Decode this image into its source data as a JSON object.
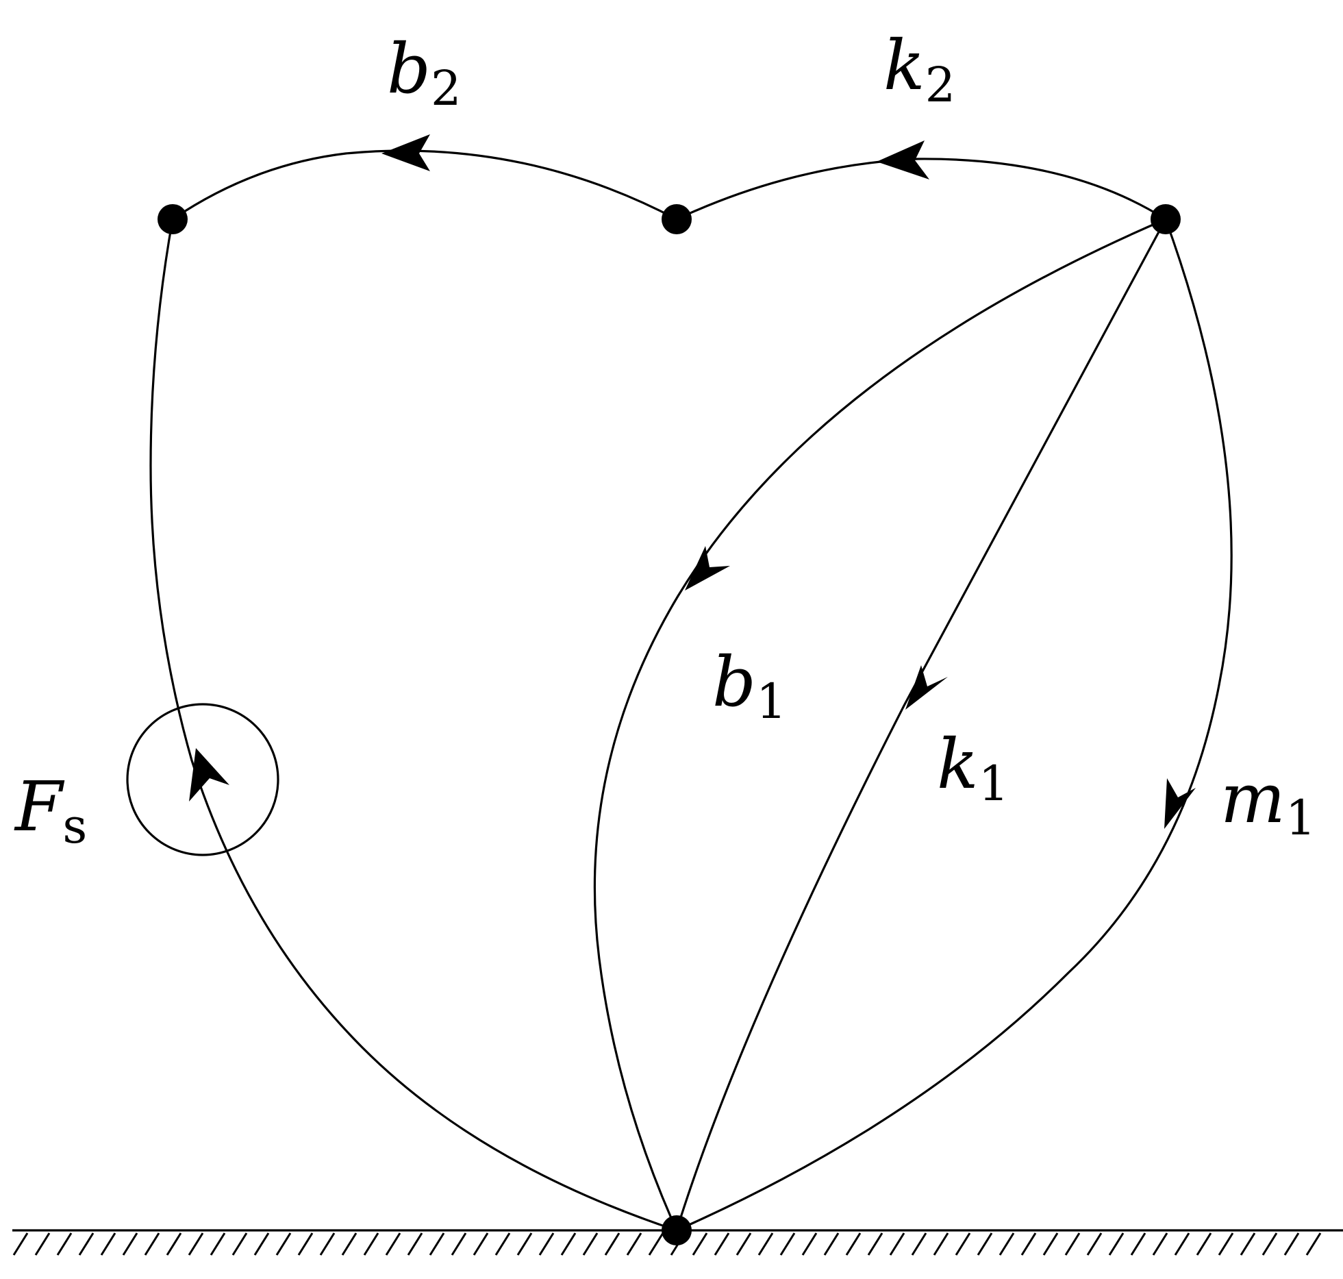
{
  "edges": {
    "b2": {
      "symbol": "b",
      "subscript": "2"
    },
    "k2": {
      "symbol": "k",
      "subscript": "2"
    },
    "b1": {
      "symbol": "b",
      "subscript": "1"
    },
    "k1": {
      "symbol": "k",
      "subscript": "1"
    },
    "m1": {
      "symbol": "m",
      "subscript": "1"
    },
    "fs": {
      "symbol": "F",
      "subscript": "s"
    }
  }
}
